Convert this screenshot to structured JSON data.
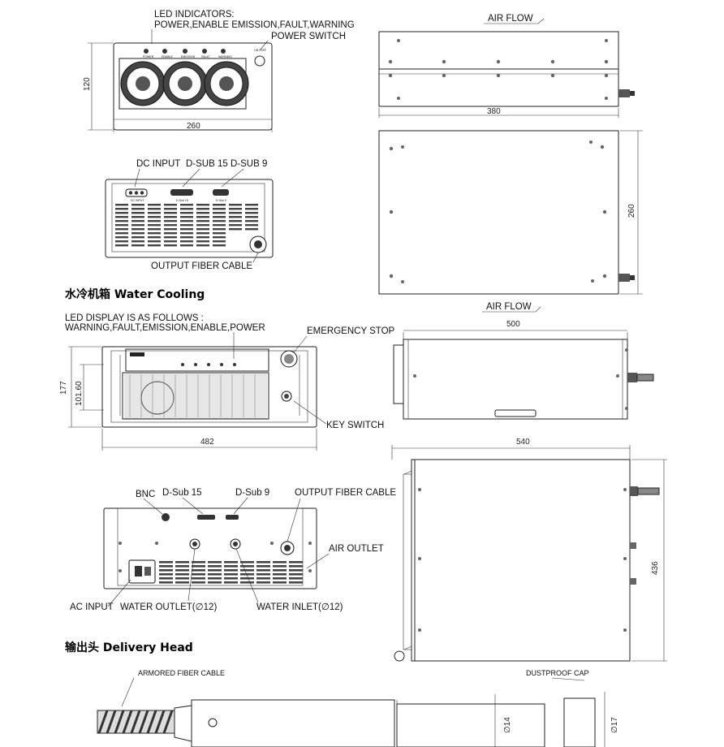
{
  "air_cooling_front": {
    "led_indicators": "LED INDICATORS:",
    "led_list": "POWER,ENABLE EMISSION,FAULT,WARNING",
    "power_switch": "POWER SWITCH",
    "height_dim": "120",
    "width_dim": "260",
    "led_names": [
      "POWER",
      "ENABLE",
      "EMISSION",
      "FAULT",
      "WARNING"
    ],
    "switch_label": "ON / OFF"
  },
  "air_cooling_rear": {
    "dc_input": "DC INPUT",
    "dsub15": "D-SUB 15",
    "dsub9": "D-SUB 9",
    "output_fiber": "OUTPUT FIBER CABLE",
    "small_dc": "DC INPUT",
    "small_dsub15": "D-Sub 15",
    "small_dsub9": "D-Sub 9"
  },
  "air_cooling_side": {
    "air_flow": "AIR FLOW",
    "length_dim": "380"
  },
  "air_cooling_top": {
    "depth_dim": "260"
  },
  "water_cooling": {
    "section_title": "水冷机箱  Water Cooling",
    "led_display": "LED DISPLAY IS AS FOLLOWS :",
    "led_list": "WARNING,FAULT,EMISSION,ENABLE,POWER",
    "emergency_stop": "EMERGENCY STOP",
    "key_switch": "KEY SWITCH",
    "height_177": "177",
    "height_101": "101.60",
    "width_482": "482",
    "air_flow": "AIR FLOW",
    "depth_500": "500",
    "depth_540": "540",
    "height_436": "436",
    "bnc": "BNC",
    "dsub15": "D-Sub 15",
    "dsub9": "D-Sub 9",
    "output_fiber": "OUTPUT FIBER CABLE",
    "air_outlet": "AIR OUTLET",
    "ac_input": "AC INPUT",
    "water_outlet": "WATER OUTLET(∅12)",
    "water_inlet": "WATER INLET(∅12)"
  },
  "delivery_head": {
    "section_title": "输出头  Delivery Head",
    "armored_cable": "ARMORED FIBER CABLE",
    "dustproof_cap": "DUSTPROOF CAP",
    "dia_14": "∅14",
    "dia_17": "∅17"
  }
}
